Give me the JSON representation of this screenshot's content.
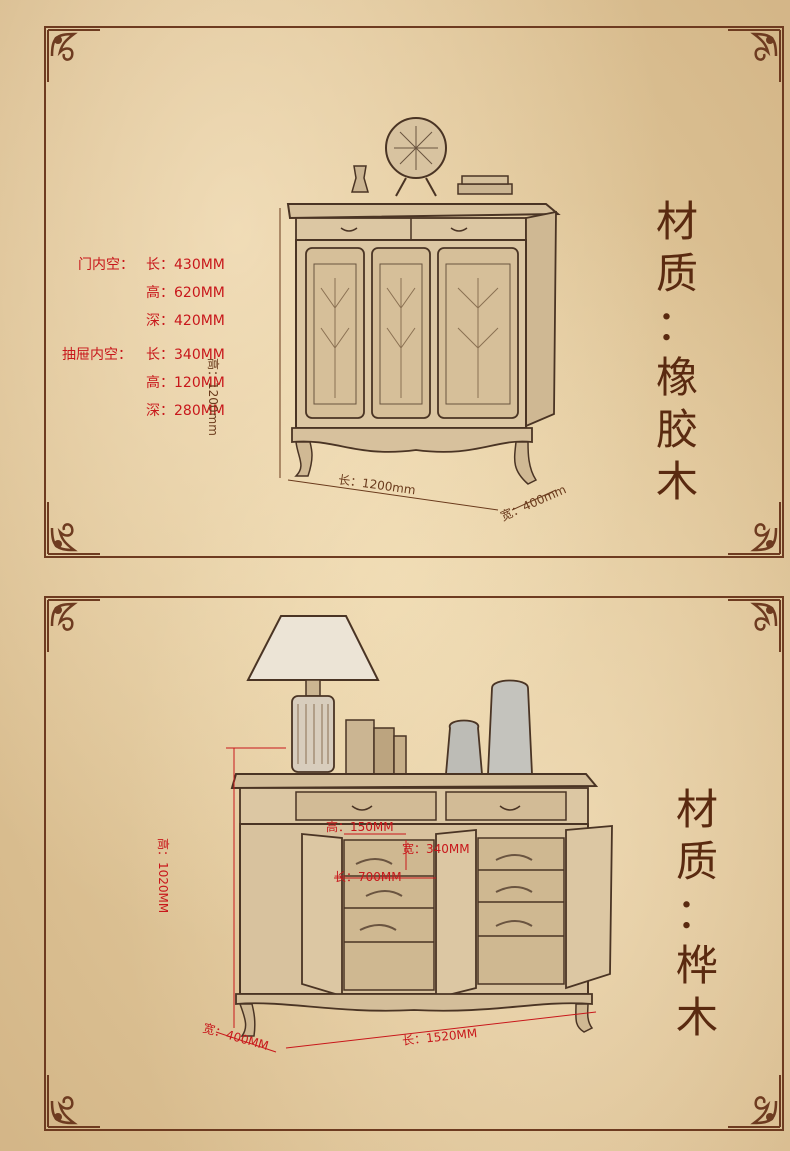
{
  "panel1": {
    "door_inner_label": "门内空：",
    "door_len": "长：430MM",
    "door_height": "高：620MM",
    "door_depth": "深：420MM",
    "drawer_inner_label": "抽屉内空：",
    "drawer_len": "长：340MM",
    "drawer_height": "高：120MM",
    "drawer_depth": "深：280MM",
    "dim_height": "高：1200mm",
    "dim_length": "长：1200mm",
    "dim_width": "宽：400mm",
    "material": [
      "材",
      "质",
      "：",
      "橡",
      "胶",
      "木"
    ]
  },
  "panel2": {
    "shelf_height": "高：150MM",
    "shelf_width": "宽：340MM",
    "shelf_length": "长：700MM",
    "dim_height": "高：1020MM",
    "dim_width": "宽：400MM",
    "dim_length": "长：1520MM",
    "material": [
      "材",
      "质",
      "：",
      "桦",
      "木"
    ]
  },
  "colors": {
    "background": "#e8d1a4",
    "frame": "#6e3b20",
    "accent_red": "#c8171b"
  }
}
